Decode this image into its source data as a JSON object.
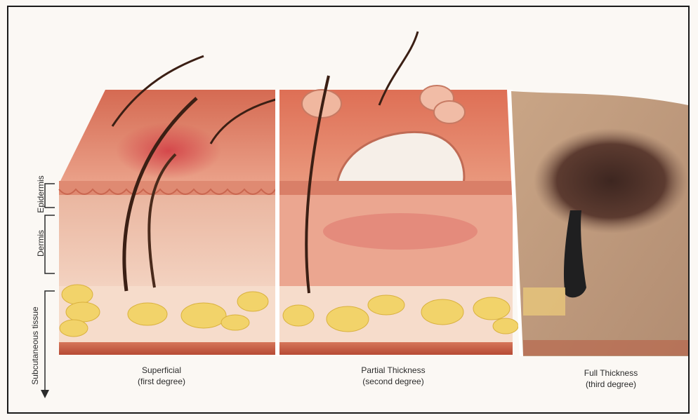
{
  "layer_labels": {
    "epidermis": "Epidermis",
    "dermis": "Dermis",
    "subcutaneous": "Subcutaneous tissue"
  },
  "burns": [
    {
      "title": "Superficial",
      "subtitle": "(first degree)"
    },
    {
      "title": "Partial Thickness",
      "subtitle": "(second degree)"
    },
    {
      "title": "Full Thickness",
      "subtitle": "(third degree)"
    }
  ],
  "colors": {
    "skin_surface": "#d9735a",
    "epidermis": "#e9a38c",
    "dermis": "#f1c8b4",
    "fat": "#f2d36a",
    "muscle": "#c2543c",
    "charred": "#4a3028",
    "hair": "#3b1f14"
  }
}
